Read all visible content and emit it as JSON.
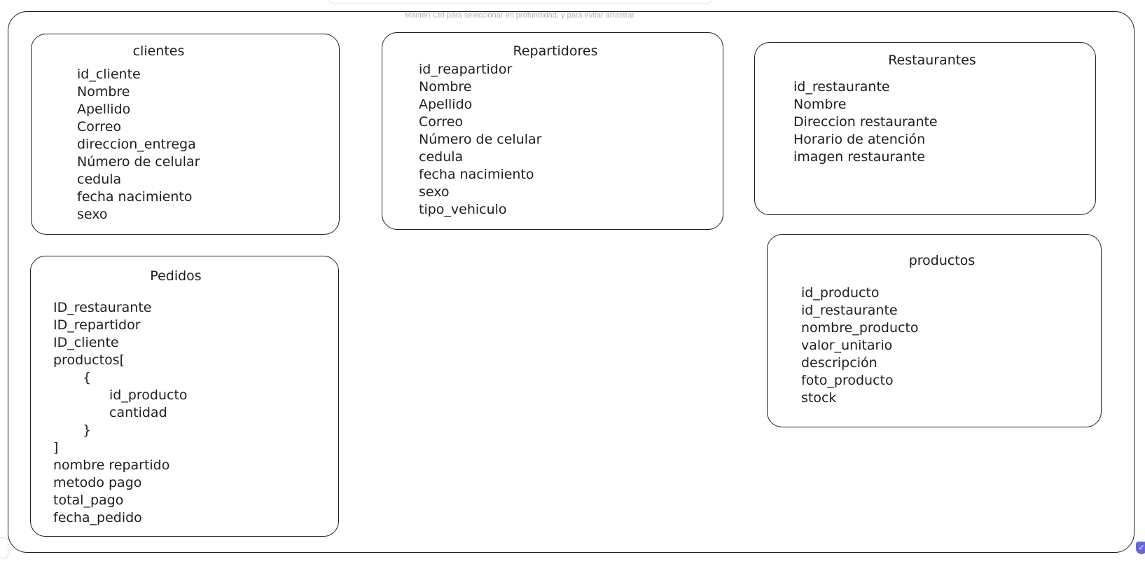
{
  "canvas_hint": "Mantén Ctrl para seleccionar en profundidad, y para evitar arrastrar",
  "tables": {
    "clientes": {
      "title": "clientes",
      "fields": [
        "id_cliente",
        "Nombre",
        "Apellido",
        "Correo",
        "direccion_entrega",
        "Número de celular",
        "cedula",
        "fecha nacimiento",
        "sexo"
      ]
    },
    "repartidores": {
      "title": "Repartidores",
      "fields": [
        "id_reapartidor",
        "Nombre",
        "Apellido",
        "Correo",
        "Número de celular",
        "cedula",
        "fecha nacimiento",
        "sexo",
        "tipo_vehiculo"
      ]
    },
    "restaurantes": {
      "title": "Restaurantes",
      "fields": [
        "id_restaurante",
        "Nombre",
        "Direccion restaurante",
        "Horario de atención",
        "imagen restaurante"
      ]
    },
    "productos": {
      "title": "productos",
      "fields": [
        "id_producto",
        "id_restaurante",
        "nombre_producto",
        "valor_unitario",
        "descripción",
        "foto_producto",
        "stock"
      ]
    },
    "pedidos": {
      "title": "Pedidos",
      "lines": [
        "ID_restaurante",
        "ID_repartidor",
        "ID_cliente",
        "productos[",
        "{",
        "id_producto",
        "cantidad",
        "}",
        "]",
        "nombre repartido",
        "metodo pago",
        "total_pago",
        "fecha_pedido"
      ]
    }
  },
  "colors": {
    "stroke": "#1e1e1e",
    "hint_text": "#b3b3b8",
    "accent": "#6965db"
  },
  "icons": {
    "corner_badge": "shield-check-icon"
  }
}
